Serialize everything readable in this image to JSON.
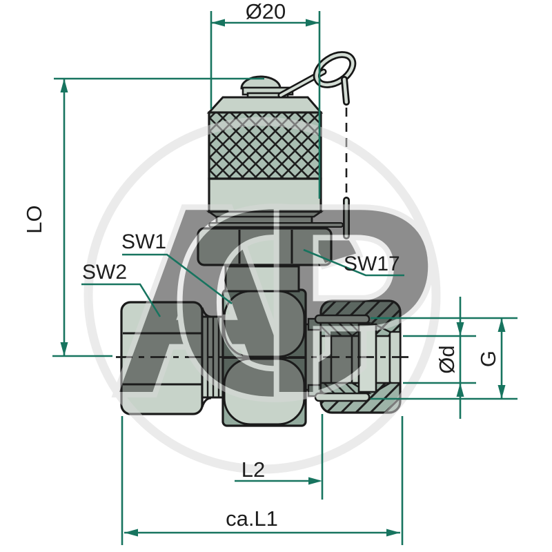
{
  "drawing": {
    "type": "technical-drawing",
    "subject": "test point coupling with protective cap, tee body, female hex fitting and cutaway union nut",
    "dimensions": {
      "cap_diameter": "Ø20",
      "height": "LO",
      "bore_diameter": "Ød",
      "thread": "G",
      "length_l2": "L2",
      "overall_length": "ca.L1"
    },
    "labels": {
      "sw1": "SW1",
      "sw2": "SW2",
      "sw17": "SW17"
    },
    "watermark": {
      "text": "AGP",
      "letters": [
        "A",
        "G",
        "P"
      ]
    },
    "colors": {
      "dimension_lines": "#17745f",
      "outline": "#1a1a1a",
      "fill_light": "#c7d3c9",
      "fill_mid": "#a9beb2",
      "fill_hatch": "#9db3a7",
      "watermark": "#d9d9d9",
      "background": "#ffffff",
      "text": "#1d1d1d"
    }
  }
}
